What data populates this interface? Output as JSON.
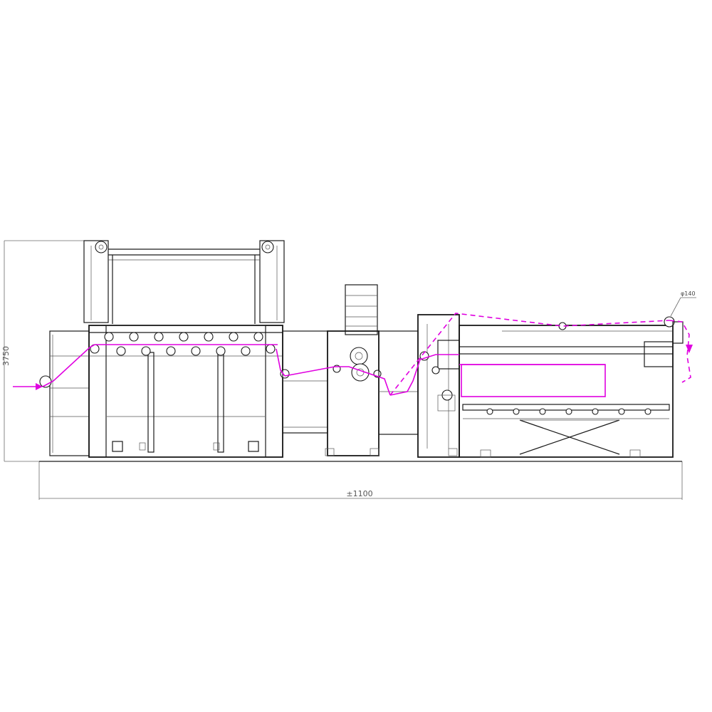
{
  "drawing": {
    "height_dimension": "3750",
    "length_dimension": "±1100",
    "roller_callout": "φ140"
  },
  "colors": {
    "web_path": "#e000e0",
    "linework": "#1a1a1a",
    "dimension": "#6a6a6a"
  }
}
